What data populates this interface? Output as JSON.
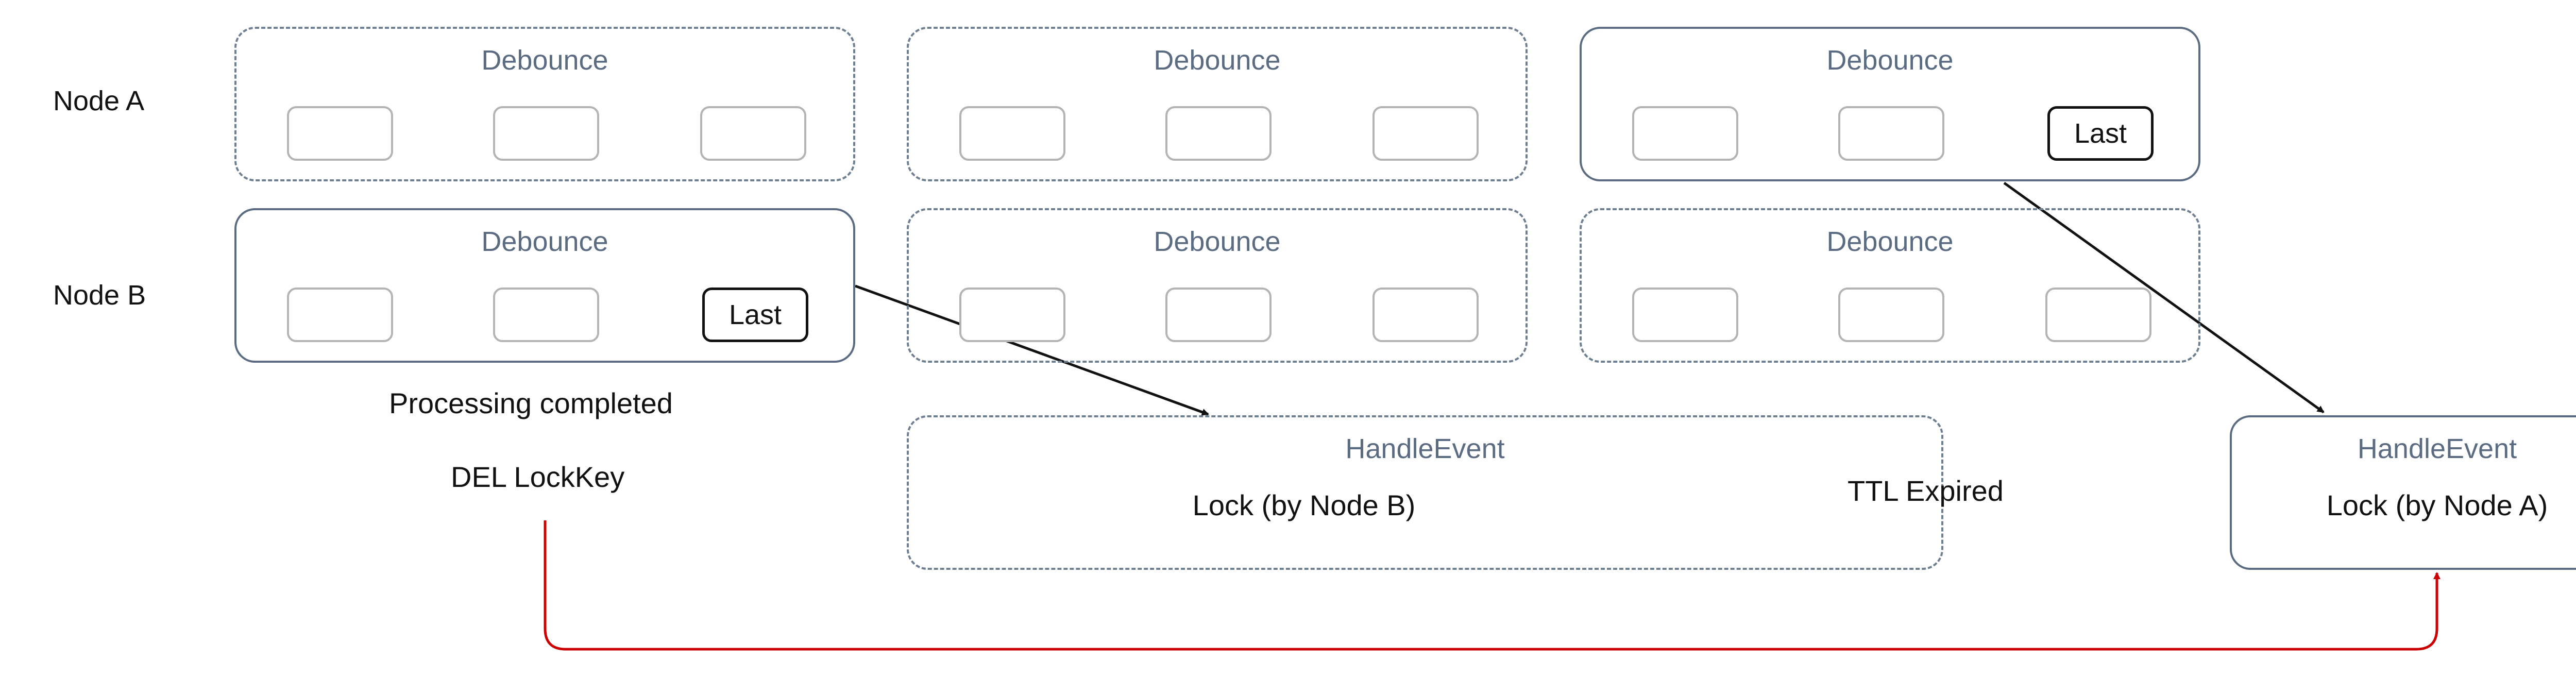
{
  "rows": {
    "node_a_label": "Node A",
    "node_b_label": "Node B"
  },
  "debounce_groups": [
    {
      "id": "a1",
      "row": "node-a",
      "title": "Debounce",
      "style": "dashed",
      "slots": [
        "",
        "",
        ""
      ]
    },
    {
      "id": "a2",
      "row": "node-a",
      "title": "Debounce",
      "style": "dashed",
      "slots": [
        "",
        "",
        ""
      ]
    },
    {
      "id": "a3",
      "row": "node-a",
      "title": "Debounce",
      "style": "solid",
      "slots": [
        "",
        "",
        "Last"
      ]
    },
    {
      "id": "b1",
      "row": "node-b",
      "title": "Debounce",
      "style": "solid",
      "slots": [
        "",
        "",
        "Last"
      ]
    },
    {
      "id": "b2",
      "row": "node-b",
      "title": "Debounce",
      "style": "dashed",
      "slots": [
        "",
        "",
        ""
      ]
    },
    {
      "id": "b3",
      "row": "node-b",
      "title": "Debounce",
      "style": "dashed",
      "slots": [
        "",
        "",
        ""
      ]
    }
  ],
  "handle_events": {
    "node_b": {
      "title": "HandleEvent",
      "lock": "Lock (by Node B)",
      "style": "dashed"
    },
    "node_a": {
      "title": "HandleEvent",
      "lock": "Lock (by Node A)",
      "style": "solid"
    }
  },
  "notes": {
    "processing_completed": "Processing completed",
    "del_lockkey": "DEL LockKey",
    "ttl_expired": "TTL Expired"
  },
  "colors": {
    "arrow": "#111111",
    "release_arrow": "#cc0000",
    "group_border": "#5a6b82",
    "slot_border": "#b4b4b4"
  }
}
